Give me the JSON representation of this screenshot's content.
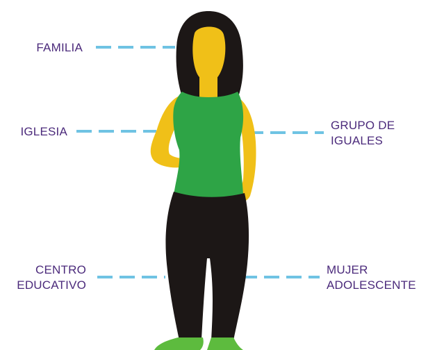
{
  "labels": {
    "familia": {
      "lines": [
        "FAMILIA"
      ]
    },
    "iglesia": {
      "lines": [
        "IGLESIA"
      ]
    },
    "grupo_iguales": {
      "lines": [
        "GRUPO DE",
        "IGUALES"
      ]
    },
    "centro_educativo": {
      "lines": [
        "CENTRO",
        "EDUCATIVO"
      ]
    },
    "mujer_adolescente": {
      "lines": [
        "MUJER",
        "ADOLESCENTE"
      ]
    }
  },
  "colors": {
    "label_text": "#4b2a7b",
    "connector": "#6fc3e3",
    "hair": "#1c1716",
    "skin": "#f0c018",
    "top": "#2ea446",
    "pants": "#1c1716",
    "shoes": "#5dbb3e"
  }
}
